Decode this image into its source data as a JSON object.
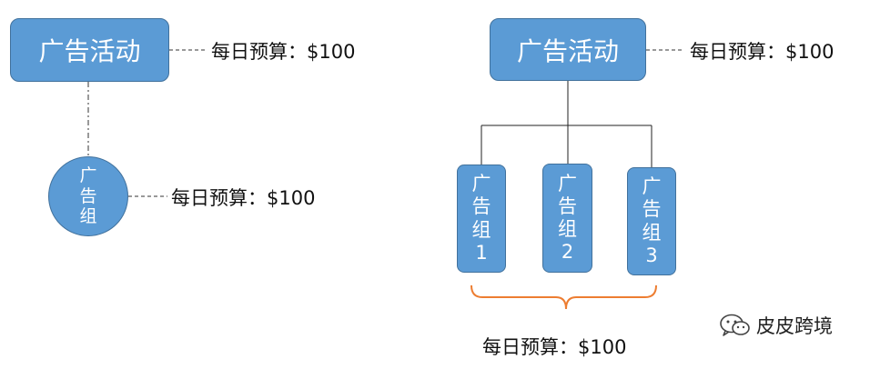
{
  "left": {
    "campaign_label": "广告活动",
    "campaign_budget": "每日预算：$100",
    "group_chars": [
      "广",
      "告",
      "组"
    ],
    "group_budget": "每日预算：$100"
  },
  "right": {
    "campaign_label": "广告活动",
    "campaign_budget": "每日预算：$100",
    "groups": [
      {
        "chars": [
          "广",
          "告",
          "组",
          "1"
        ]
      },
      {
        "chars": [
          "广",
          "告",
          "组",
          "2"
        ]
      },
      {
        "chars": [
          "广",
          "告",
          "组",
          "3"
        ]
      }
    ],
    "shared_budget": "每日预算：$100"
  },
  "watermark": {
    "text": "皮皮跨境",
    "icon": "wechat-icon"
  },
  "colors": {
    "box_fill": "#5b9bd5",
    "box_border": "#41719c",
    "brace": "#ed7d31"
  }
}
